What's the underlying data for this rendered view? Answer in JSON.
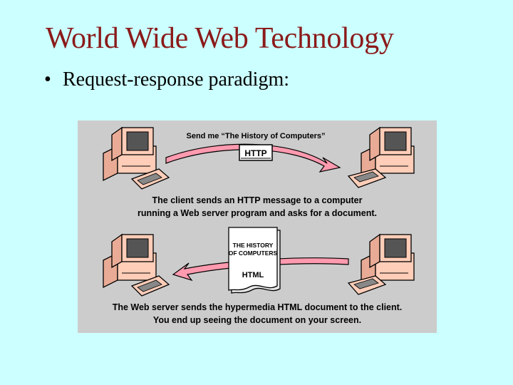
{
  "slide": {
    "title": "World Wide Web Technology",
    "bullet": "Request-response paradigm:"
  },
  "diagram": {
    "request_label": "Send me “The History of Computers”",
    "http_tag": "HTTP",
    "caption_top": [
      "The client sends an HTTP message to a computer",
      "running a Web server program and asks for a document."
    ],
    "document_title": [
      "THE HISTORY",
      "OF COMPUTERS"
    ],
    "document_type": "HTML",
    "caption_bottom": [
      "The Web server sends the hypermedia HTML document to the client.",
      "You end up seeing the document on your screen."
    ]
  },
  "colors": {
    "background": "#ccffff",
    "title": "#8b1a1a",
    "figure_background": "#cccccc",
    "computer": "#ffcdb8",
    "arrow": "#ff9aaf"
  },
  "icons": [
    "computer-icon",
    "arrow-icon",
    "document-icon"
  ]
}
